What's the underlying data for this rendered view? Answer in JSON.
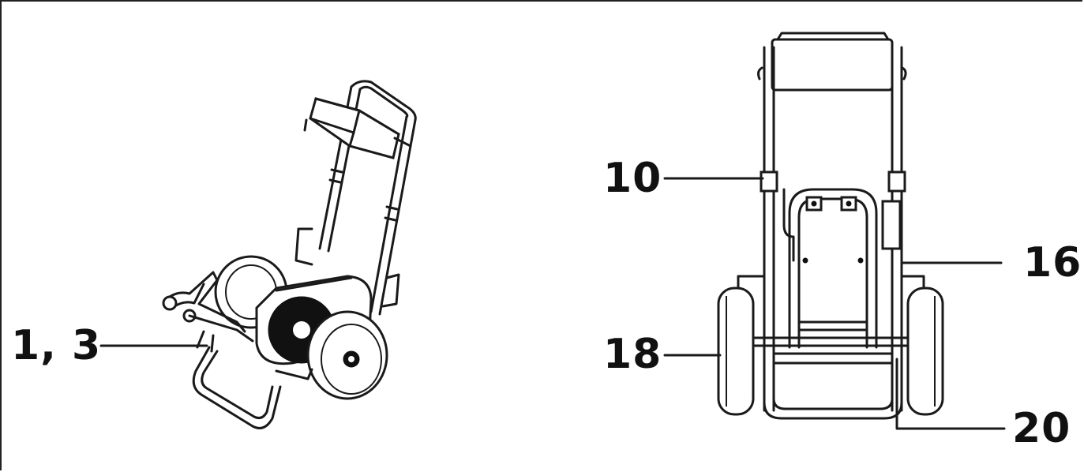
{
  "callouts": {
    "c1": "1, 3",
    "c10": "10",
    "c16": "16",
    "c18": "18",
    "c20": "20"
  },
  "colors": {
    "ink": "#1a1a1a",
    "paper": "#ffffff"
  }
}
